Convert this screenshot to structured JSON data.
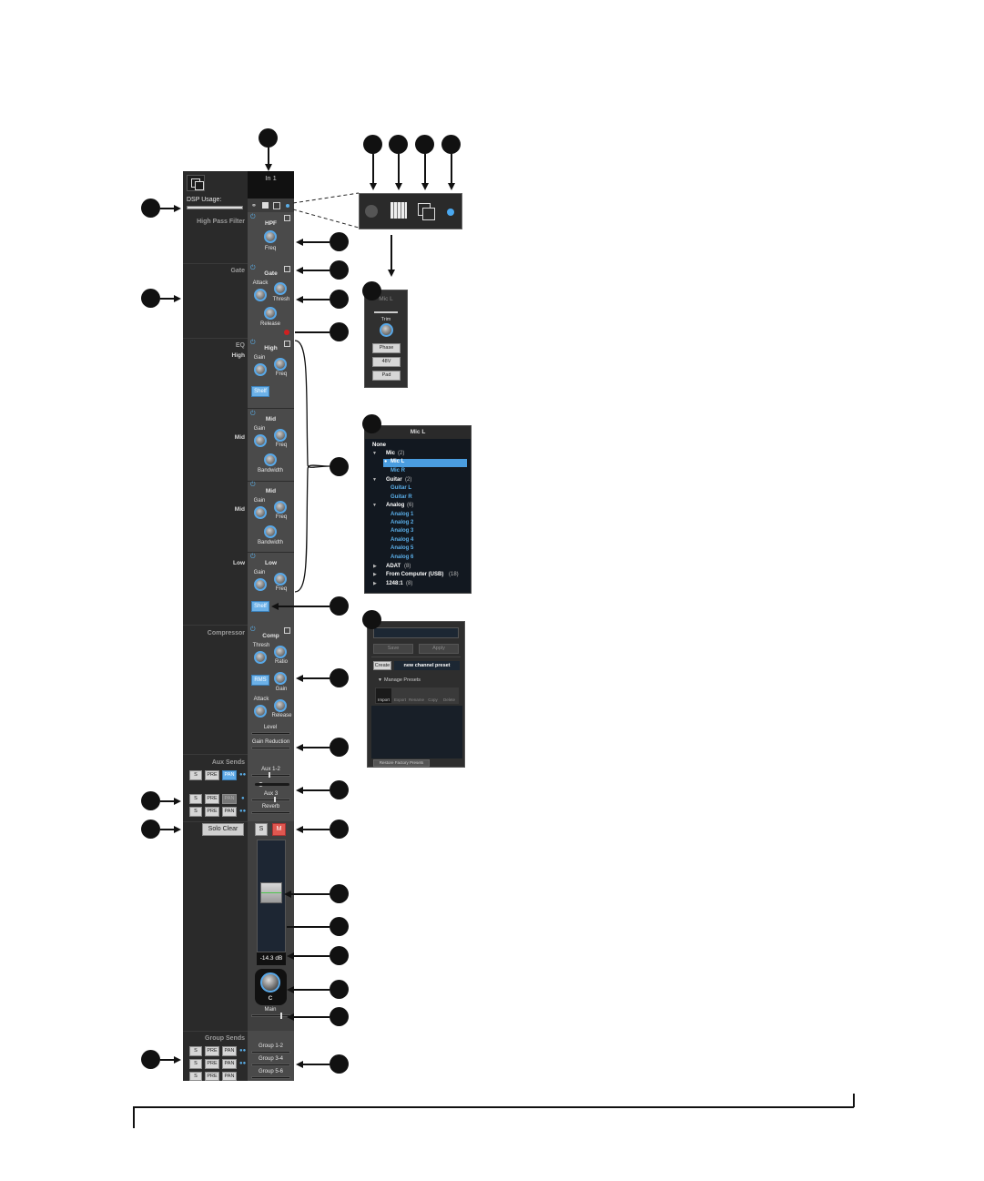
{
  "channel": {
    "name": "In 1",
    "dsp_usage_label": "DSP Usage:",
    "sections": {
      "hpf": {
        "title": "High Pass Filter",
        "name": "HPF",
        "freq": "Freq"
      },
      "gate": {
        "title": "Gate",
        "name": "Gate",
        "attack": "Attack",
        "thresh": "Thresh",
        "release": "Release"
      },
      "eq": {
        "title": "EQ",
        "bands": [
          {
            "side": "High",
            "name": "High",
            "k1": "Gain",
            "k2": "Freq",
            "btn": "Shelf"
          },
          {
            "side": "Mid",
            "name": "Mid",
            "k1": "Gain",
            "k2": "Freq",
            "k3": "Bandwidth"
          },
          {
            "side": "Mid",
            "name": "Mid",
            "k1": "Gain",
            "k2": "Freq",
            "k3": "Bandwidth"
          },
          {
            "side": "Low",
            "name": "Low",
            "k1": "Gain",
            "k2": "Freq",
            "btn": "Shelf"
          }
        ]
      },
      "comp": {
        "title": "Compressor",
        "name": "Comp",
        "thresh": "Thresh",
        "ratio": "Ratio",
        "rms": "RMS",
        "gain": "Gain",
        "attack": "Attack",
        "release": "Release",
        "level": "Level",
        "gain_reduction": "Gain Reduction"
      },
      "aux": {
        "title": "Aux Sends",
        "s": "S",
        "pre": "PRE",
        "pan": "PAN",
        "sends": [
          "Aux 1-2",
          "Aux 3",
          "Reverb"
        ]
      },
      "solo_clear": "Solo Clear",
      "solo": "S",
      "mute": "M",
      "fader_value": "-14.3 dB",
      "pan_value": "C",
      "main": "Main",
      "group": {
        "title": "Group Sends",
        "s": "S",
        "pre": "PRE",
        "pan": "PAN",
        "sends": [
          "Group 1-2",
          "Group 3-4",
          "Group 5-6"
        ]
      }
    }
  },
  "input_panel": {
    "title": "Mic L",
    "trim": "Trim",
    "buttons": [
      "Phase",
      "48V",
      "Pad"
    ]
  },
  "routing_panel": {
    "title": "Mic L",
    "none": "None",
    "groups": [
      {
        "name": "Mic",
        "count": "(2)",
        "items": [
          "Mic L",
          "Mic R"
        ]
      },
      {
        "name": "Guitar",
        "count": "(2)",
        "items": [
          "Guitar L",
          "Guitar R"
        ]
      },
      {
        "name": "Analog",
        "count": "(6)",
        "items": [
          "Analog 1",
          "Analog 2",
          "Analog 3",
          "Analog 4",
          "Analog 5",
          "Analog 6"
        ]
      }
    ],
    "collapsed": [
      {
        "name": "ADAT",
        "count": "(8)"
      },
      {
        "name": "From Computer (USB)",
        "count": "(18)"
      },
      {
        "name": "1248:1",
        "count": "(8)"
      }
    ]
  },
  "preset_panel": {
    "save": "Save",
    "apply": "Apply",
    "create": "Create",
    "preset_name": "new channel preset",
    "manage": "Manage Presets",
    "tools": [
      "Import",
      "Export",
      "Rename",
      "Copy",
      "Delete"
    ],
    "restore": "Restore Factory Presets"
  },
  "colors": {
    "accent": "#58a8e8",
    "mute": "#e0574f",
    "panel_bg": "#2c2c2c"
  }
}
